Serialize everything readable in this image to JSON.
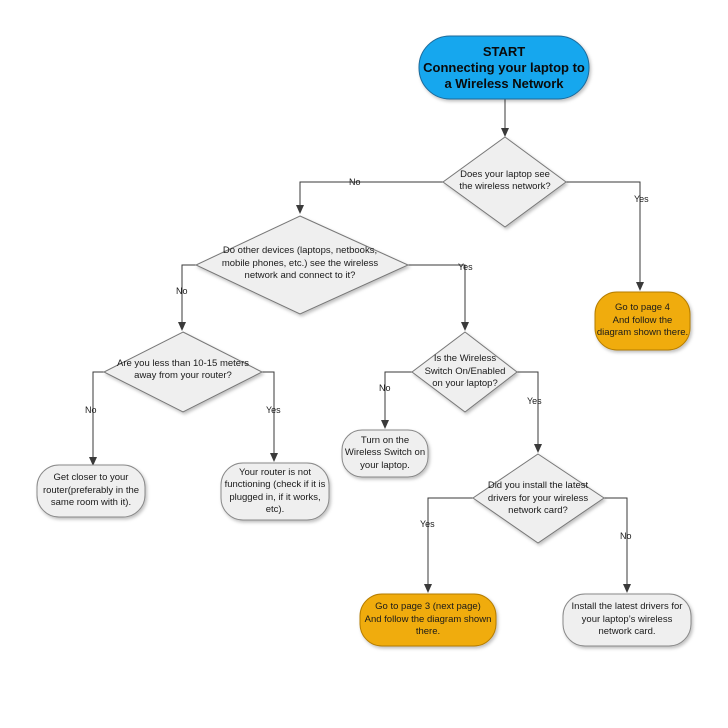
{
  "colors": {
    "start_fill": "#13a7ee",
    "orange_fill": "#f0ac0c",
    "grey_fill": "#efefef",
    "stroke": "#555555",
    "line": "#3a3a3a"
  },
  "start": {
    "title": "START",
    "line1": "Connecting your laptop to",
    "line2": "a Wireless Network"
  },
  "decisions": {
    "see_network": [
      "Does your laptop see",
      "the wireless network?"
    ],
    "other_devices": [
      "Do other devices (laptops, netbooks,",
      "mobile phones, etc.) see the wireless",
      "network and connect to it?"
    ],
    "distance": [
      "Are you less than 10-15 meters",
      "away from your router?"
    ],
    "switch": [
      "Is the Wireless",
      "Switch On/Enabled",
      "on your laptop?"
    ],
    "drivers": [
      "Did you install the latest",
      "drivers for your wireless",
      "network card?"
    ]
  },
  "outcomes": {
    "page4": [
      "Go to page 4",
      "And follow the",
      "diagram shown there."
    ],
    "closer": [
      "Get closer to your",
      "router(preferably in the",
      "same room with it)."
    ],
    "router_broken": [
      "Your router is not",
      "functioning (check if it is",
      "plugged in, if it works,",
      "etc)."
    ],
    "turn_on": [
      "Turn on the",
      "Wireless Switch on",
      "your laptop."
    ],
    "page3": [
      "Go to page 3 (next page)",
      "And follow the diagram shown",
      "there."
    ],
    "install": [
      "Install the latest drivers for",
      "your laptop’s wireless",
      "network card."
    ]
  },
  "edge_labels": {
    "see_no": "No",
    "see_yes": "Yes",
    "other_no": "No",
    "other_yes": "Yes",
    "distance_no": "No",
    "distance_yes": "Yes",
    "switch_no": "No",
    "switch_yes": "Yes",
    "drivers_yes": "Yes",
    "drivers_no": "No"
  }
}
